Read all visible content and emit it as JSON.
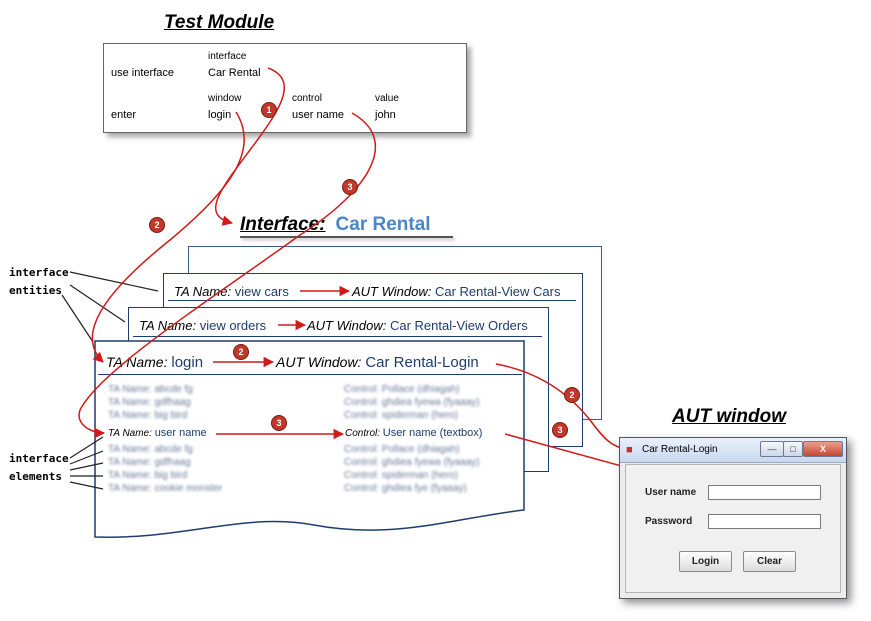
{
  "test_module": {
    "title": "Test Module",
    "interface_header": "interface",
    "use_interface_cmd": "use interface",
    "interface_value": "Car Rental",
    "window_header": "window",
    "control_header": "control",
    "value_header": "value",
    "enter_cmd": "enter",
    "window_value": "login",
    "control_value": "user name",
    "value_value": "john"
  },
  "interface": {
    "label": "Interface:",
    "name": "Car Rental"
  },
  "side_labels": {
    "entities_line1": "interface",
    "entities_line2": "entities",
    "elements_line1": "interface",
    "elements_line2": "elements"
  },
  "entities": [
    {
      "ta_label": "TA Name:",
      "ta_value": "view cars",
      "aut_label": "AUT Window:",
      "aut_value": "Car Rental-View Cars"
    },
    {
      "ta_label": "TA Name:",
      "ta_value": "view orders",
      "aut_label": "AUT Window:",
      "aut_value": "Car Rental-View Orders"
    },
    {
      "ta_label": "TA Name:",
      "ta_value": "login",
      "aut_label": "AUT Window:",
      "aut_value": "Car Rental-Login"
    }
  ],
  "elements": {
    "blurred_top": [
      {
        "ta": "TA Name: abcde fg",
        "ctrl": "Control: Pollace (dhiagah)"
      },
      {
        "ta": "TA Name: gdfhaag",
        "ctrl": "Control: ghdiea fyewa (fyaaay)"
      },
      {
        "ta": "TA Name: big bird",
        "ctrl": "Control: spiderman (hero)"
      }
    ],
    "focus": {
      "ta_label": "TA Name:",
      "ta_value": "user name",
      "ctrl_label": "Control:",
      "ctrl_value": "User name (textbox)"
    },
    "blurred_bottom": [
      {
        "ta": "TA Name: abcde fg",
        "ctrl": "Control: Pollace (dhiagah)"
      },
      {
        "ta": "TA Name: gdfhaag",
        "ctrl": "Control: ghdiea fyewa (fyaaay)"
      },
      {
        "ta": "TA Name: big bird",
        "ctrl": "Control: spiderman (hero)"
      },
      {
        "ta": "TA Name: cookie monster",
        "ctrl": "Control: ghdiea fye (fyaaay)"
      }
    ]
  },
  "badges": {
    "one": "1",
    "two": "2",
    "three": "3"
  },
  "aut_window": {
    "title": "AUT window",
    "window_title": "Car Rental-Login",
    "user_name_label": "User name",
    "password_label": "Password",
    "user_name_value": "",
    "password_value": "",
    "login_button": "Login",
    "clear_button": "Clear",
    "minimize_glyph": "—",
    "maximize_glyph": "□",
    "close_glyph": "X"
  },
  "colors": {
    "arrow": "#d11a1a",
    "entity_text": "#1f3c6e",
    "interface_name": "#4a86c8",
    "badge": "#c0392b"
  }
}
